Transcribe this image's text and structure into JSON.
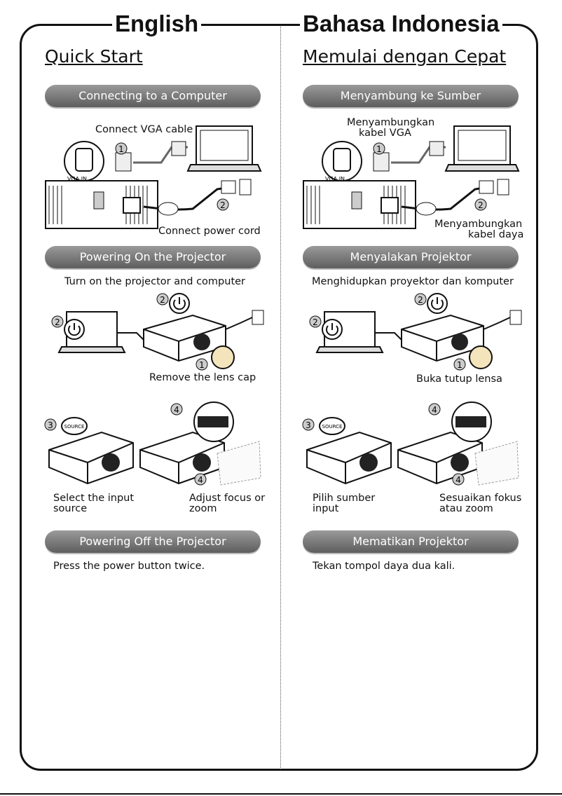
{
  "left": {
    "language": "English",
    "heading": "Quick Start",
    "sections": {
      "connect": "Connecting to a Computer",
      "power_on": "Powering On the Projector",
      "power_off": "Powering Off the Projector"
    },
    "captions": {
      "vga": "Connect VGA cable",
      "power_cord": "Connect power cord",
      "turn_on": "Turn on the projector and computer",
      "lens_cap": "Remove the lens cap",
      "input_source_1": "Select the input",
      "input_source_2": "source",
      "focus_1": "Adjust focus or",
      "focus_2": "zoom",
      "press_power": "Press the power button twice."
    }
  },
  "right": {
    "language": "Bahasa Indonesia",
    "heading": "Memulai dengan Cepat",
    "sections": {
      "connect": "Menyambung ke Sumber",
      "power_on": "Menyalakan Projektor",
      "power_off": "Mematikan Projektor"
    },
    "captions": {
      "vga_1": "Menyambungkan",
      "vga_2": "kabel VGA",
      "power_cord_1": "Menyambungkan",
      "power_cord_2": "kabel daya",
      "turn_on": "Menghidupkan proyektor dan komputer",
      "lens_cap": "Buka tutup lensa",
      "input_source_1": "Pilih sumber",
      "input_source_2": "input",
      "focus_1": "Sesuaikan fokus",
      "focus_2": "atau zoom",
      "press_power": "Tekan tompol daya dua kali."
    }
  },
  "labels": {
    "vga_in": "VGA IN",
    "source": "SOURCE",
    "n1": "1",
    "n2": "2",
    "n3": "3",
    "n4": "4"
  }
}
